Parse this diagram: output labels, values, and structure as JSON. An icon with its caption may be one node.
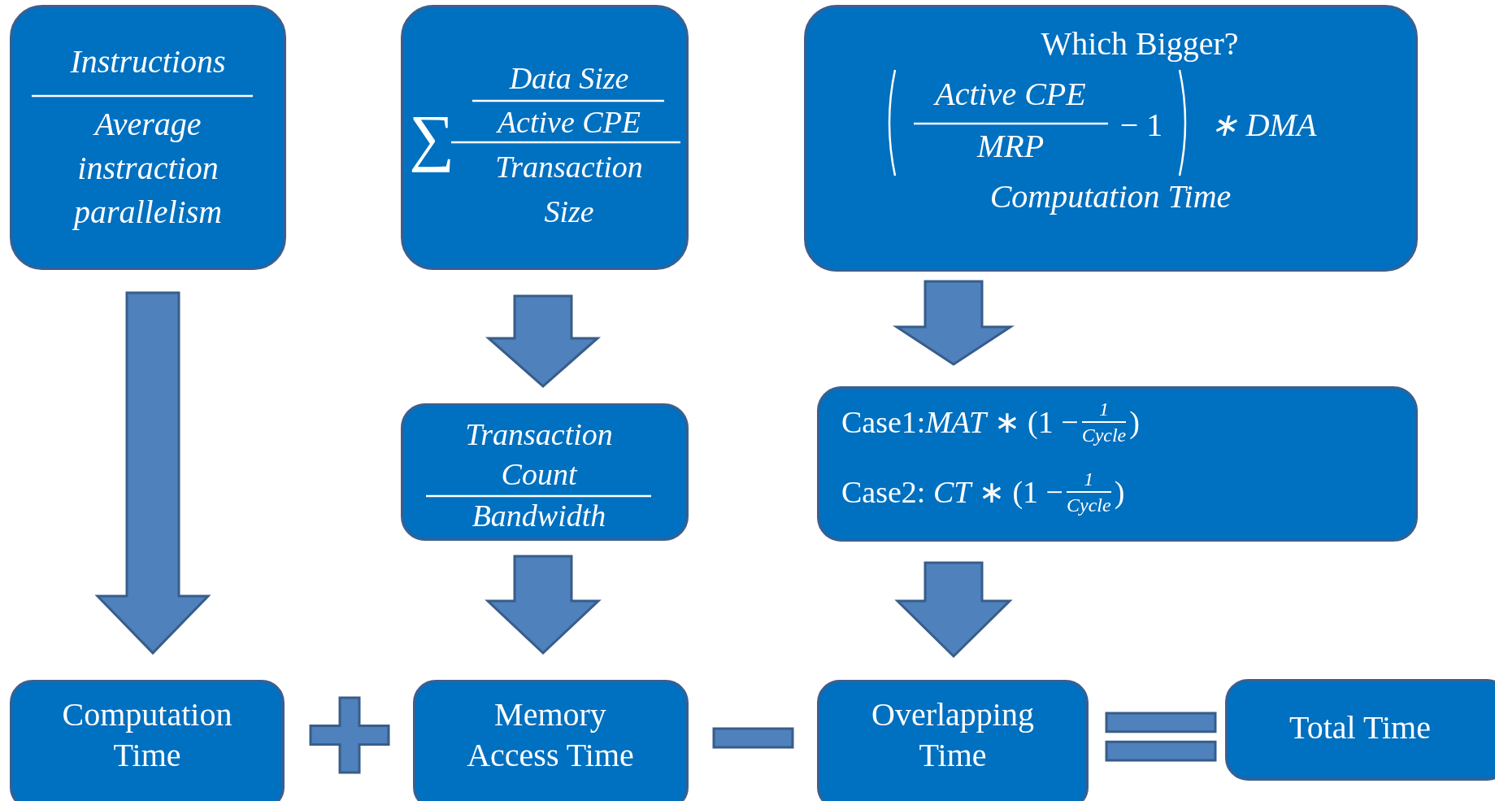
{
  "diagram": {
    "nodes": [
      {
        "text": [
          "Instructions",
          "Average instraction parallelism"
        ]
      },
      {
        "text": [
          "∑",
          "Data Size",
          "Active CPE",
          "Transaction Size"
        ]
      },
      {
        "text": [
          "Which Bigger?",
          "Active CPE",
          "MRP",
          "− 1",
          "∗ DMA",
          "Computation Time"
        ]
      },
      {
        "text": [
          "Transaction Count",
          "Bandwidth"
        ]
      },
      {
        "text": [
          "Case1:*MAT* ∗ (1 −",
          "1",
          "Cycle",
          ")",
          "Case2: *CT* ∗ (1 −",
          "1",
          "Cycle",
          ")"
        ]
      },
      {
        "text": [
          "Computation Time"
        ]
      },
      {
        "text": [],
        "shape": "plus"
      },
      {
        "text": [
          "Memory Access Time"
        ]
      },
      {
        "text": [],
        "shape": "minus"
      },
      {
        "text": [
          "Overlapping Time"
        ]
      },
      {
        "text": [],
        "shape": "equals"
      },
      {
        "text": [
          "Total Time"
        ]
      }
    ],
    "edges": [
      {
        "from": 0,
        "to": 5,
        "arrow": "to"
      },
      {
        "from": 1,
        "to": 3,
        "arrow": "to"
      },
      {
        "from": 3,
        "to": 7,
        "arrow": "to"
      },
      {
        "from": 2,
        "to": 4,
        "arrow": "to"
      },
      {
        "from": 4,
        "to": 9,
        "arrow": "to"
      }
    ]
  }
}
